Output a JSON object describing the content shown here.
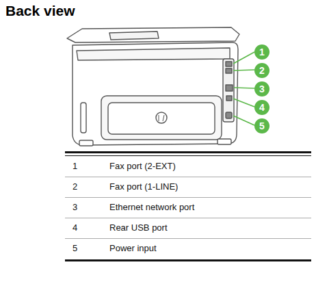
{
  "diagram": {
    "title": "Back view",
    "labels": [
      "1",
      "2",
      "3",
      "4",
      "5",
      "1",
      "Fax port (2-EXT)",
      "2",
      "Fax port (1-LINE)",
      "3",
      "Ethernet network port",
      "4",
      "Rear USB port",
      "5",
      "Power input"
    ]
  }
}
